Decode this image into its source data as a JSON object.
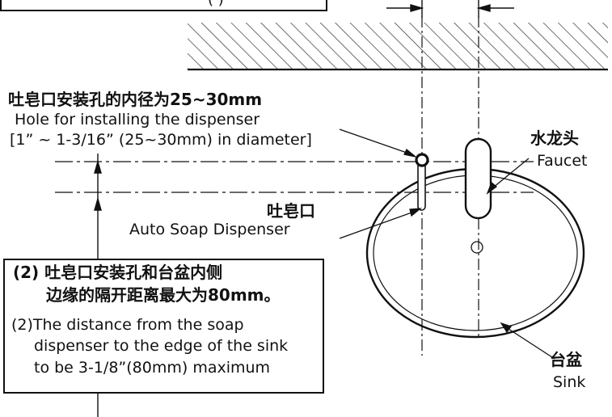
{
  "top_box": {
    "partial_text": "(     )"
  },
  "hole_label": {
    "cn": "吐皂口安装孔的内径为25~30mm",
    "en_line1": "Hole for installing the dispenser",
    "en_line2": "[1” ~ 1-3/16” (25~30mm) in diameter]"
  },
  "dispenser_label": {
    "cn": "吐皂口",
    "en": "Auto Soap Dispenser"
  },
  "faucet_label": {
    "cn": "水龙头",
    "en": "Faucet"
  },
  "sink_label": {
    "cn": "台盆",
    "en": "Sink"
  },
  "note": {
    "cn_line1": "(2) 吐皂口安装孔和台盆内侧",
    "cn_line2": "边缘的隔开距离最大为80mm。",
    "en_line1": "(2)The distance from the soap",
    "en_line2": "dispenser to the edge of the sink",
    "en_line3": "to be 3-1/8”(80mm) maximum"
  }
}
